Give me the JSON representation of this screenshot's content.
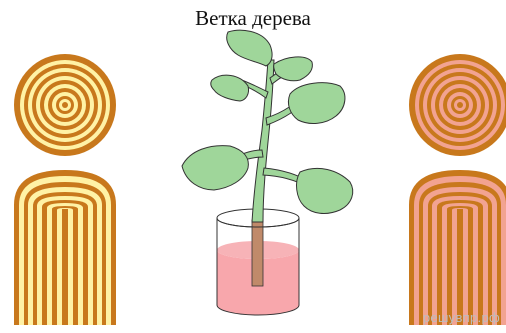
{
  "title": "Ветка дерева",
  "watermark": "решувпр.рф",
  "colors": {
    "left_log_ring_dark": "#c8781c",
    "left_log_ring_light": "#fff2a6",
    "right_log_ring_dark": "#c8781c",
    "right_log_ring_light": "#f2a391",
    "leaf_fill": "#9fd69a",
    "leaf_stroke": "#333333",
    "stem_fill": "#9fd69a",
    "water_fill": "#f8a7ac",
    "glass_stroke": "#333333",
    "stem_inside_water": "#c08a6a"
  },
  "icons": [
    "left-log-cross-section",
    "left-log-side",
    "branch-in-glass",
    "right-log-cross-section",
    "right-log-side"
  ]
}
